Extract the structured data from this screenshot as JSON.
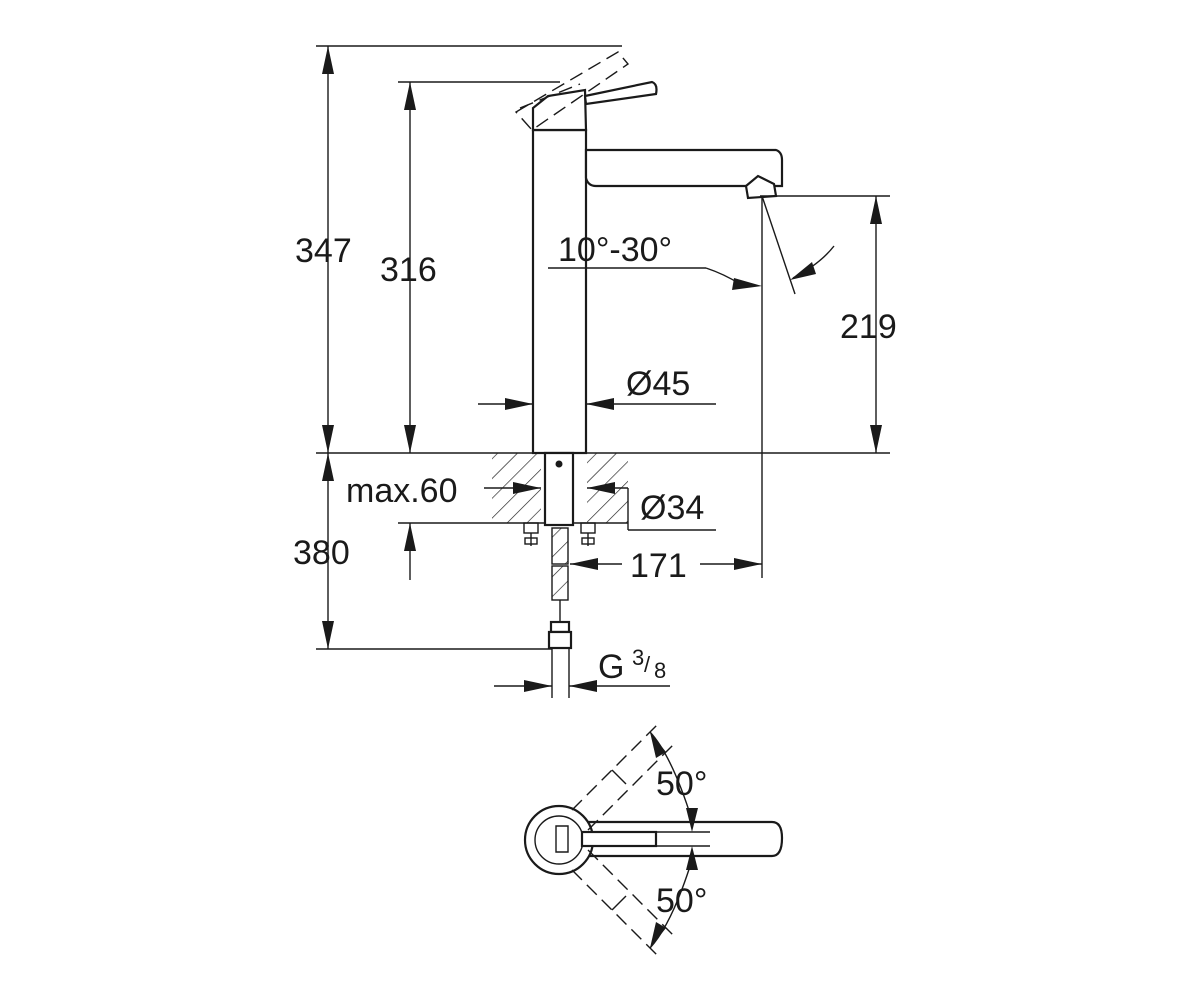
{
  "dimensions": {
    "total_height": "347",
    "lever_height": "316",
    "spout_height": "219",
    "spout_angle": "10°-30°",
    "body_diameter": "Ø45",
    "deck_thickness": "max.60",
    "hole_diameter": "Ø34",
    "under_deck": "380",
    "spout_reach": "171",
    "thread": "G",
    "thread_num": "3",
    "thread_den": "8",
    "lever_angle_top": "50°",
    "lever_angle_bottom": "50°"
  }
}
